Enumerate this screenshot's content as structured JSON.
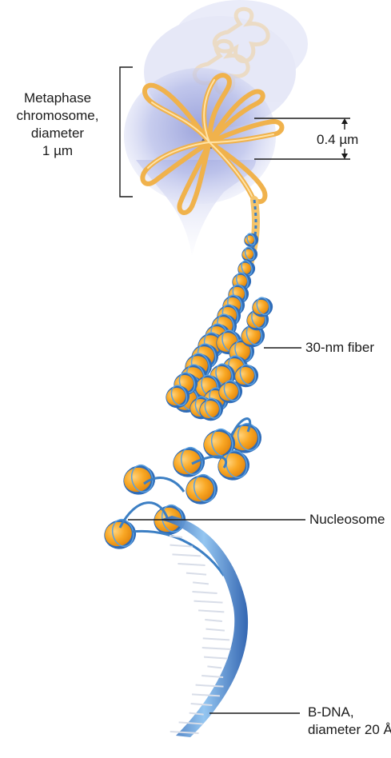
{
  "labels": {
    "chromosome": [
      "Metaphase",
      "chromosome,",
      "diameter",
      "1 µm"
    ],
    "loop_width": "0.4 µm",
    "fiber": "30-nm fiber",
    "nucleosome": "Nucleosome",
    "bdna": [
      "B-DNA,",
      "diameter 20 Å"
    ]
  },
  "colors": {
    "histone": "#f7a21b",
    "histone_light": "#fcd27a",
    "dna": "#3c7fc4",
    "chromosome_halo": "#aeb6e6",
    "fiber_loop": "#f5c46a",
    "leader_line": "#1a1a1a"
  }
}
